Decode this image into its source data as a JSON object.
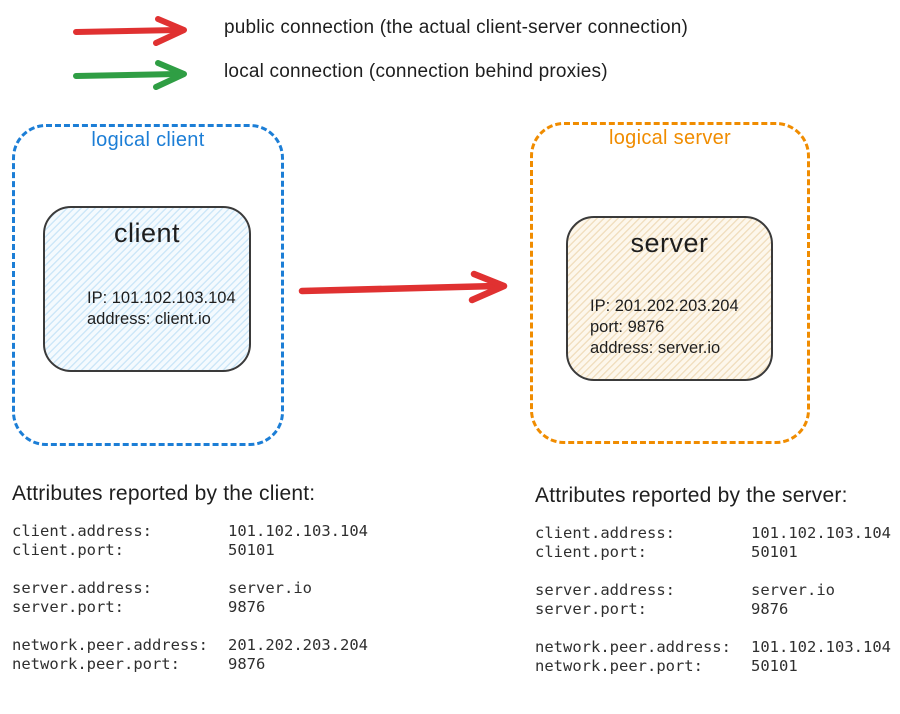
{
  "legend": {
    "items": [
      {
        "icon": "red-arrow",
        "color": "#e03131",
        "label": "public connection (the actual client-server connection)"
      },
      {
        "icon": "green-arrow",
        "color": "#2f9e44",
        "label": "local connection (connection behind proxies)"
      }
    ]
  },
  "diagram": {
    "connection_arrow_color": "#e03131",
    "logical_client": {
      "label": "logical client",
      "accent_color": "#1c7ed6",
      "node": {
        "title": "client",
        "line1": "IP: 101.102.103.104",
        "line2": "address: client.io"
      }
    },
    "logical_server": {
      "label": "logical server",
      "accent_color": "#f08c00",
      "node": {
        "title": "server",
        "line1": "IP: 201.202.203.204",
        "line2": "port: 9876",
        "line3": "address: server.io"
      }
    }
  },
  "panels": [
    {
      "title": "Attributes reported by the client:",
      "groups": [
        [
          {
            "key": "client.address:",
            "value": "101.102.103.104"
          },
          {
            "key": "client.port:",
            "value": "50101"
          }
        ],
        [
          {
            "key": "server.address:",
            "value": "server.io"
          },
          {
            "key": "server.port:",
            "value": "9876"
          }
        ],
        [
          {
            "key": "network.peer.address:",
            "value": "201.202.203.204"
          },
          {
            "key": "network.peer.port:",
            "value": "9876"
          }
        ]
      ]
    },
    {
      "title": "Attributes reported by the server:",
      "groups": [
        [
          {
            "key": "client.address:",
            "value": "101.102.103.104"
          },
          {
            "key": "client.port:",
            "value": "50101"
          }
        ],
        [
          {
            "key": "server.address:",
            "value": "server.io"
          },
          {
            "key": "server.port:",
            "value": "9876"
          }
        ],
        [
          {
            "key": "network.peer.address:",
            "value": "101.102.103.104"
          },
          {
            "key": "network.peer.port:",
            "value": "50101"
          }
        ]
      ]
    }
  ]
}
